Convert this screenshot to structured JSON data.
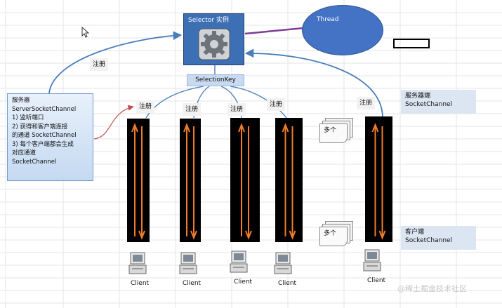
{
  "selector": {
    "title": "Selector 实例"
  },
  "thread": {
    "label": "Thread"
  },
  "selection_key": {
    "label": "SelectionKey"
  },
  "register_label": "注册",
  "server_box": {
    "lines": [
      "服务器",
      "ServerSocketChannel",
      "1) 监听端口",
      "2) 获得和客户端连接",
      "的通道 SocketChannel",
      "3) 每个客户端都会生成",
      "对应通道",
      "SocketChannel"
    ]
  },
  "server_side": {
    "line1": "服务器端",
    "line2": "SocketChannel"
  },
  "client_side": {
    "line1": "客户端",
    "line2": "SocketChannel"
  },
  "many_label": "多个",
  "client_label": "Client",
  "watermark": "@稀土掘金技术社区",
  "colors": {
    "selector_bg": "#3c6fb4",
    "thread_fill": "#4472c4",
    "arrow": "#f07c2a",
    "box_bg": "#d6e6f8",
    "line": "#4a7ebb"
  }
}
